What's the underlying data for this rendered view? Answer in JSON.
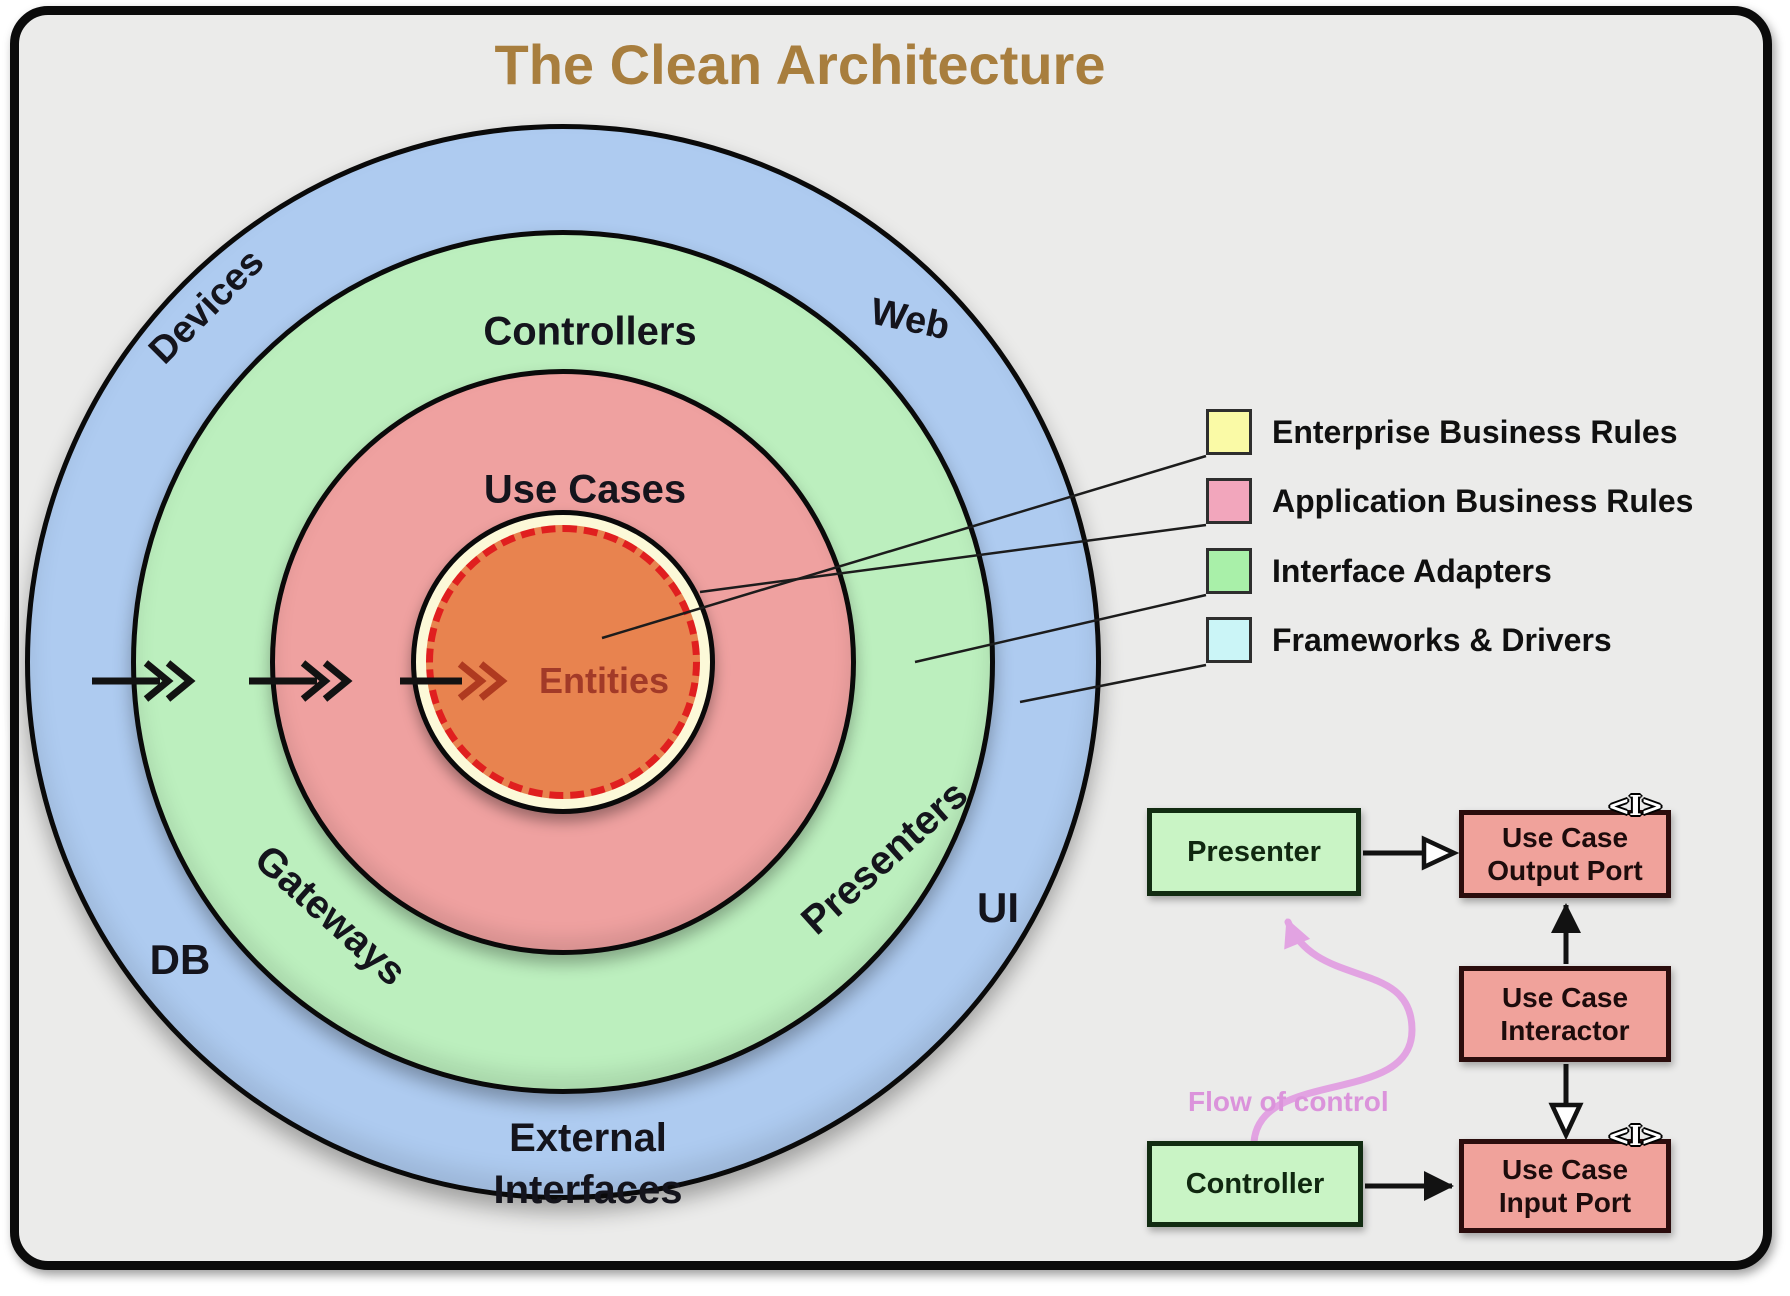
{
  "title": "The Clean Architecture",
  "diagram": {
    "labels": {
      "devices": "Devices",
      "web": "Web",
      "controllers": "Controllers",
      "use_cases": "Use Cases",
      "entities": "Entities",
      "gateways": "Gateways",
      "presenters": "Presenters",
      "db": "DB",
      "ui": "UI",
      "external_interfaces": {
        "line1": "External",
        "line2": "Interfaces"
      }
    }
  },
  "legend": {
    "items": [
      {
        "label": "Enterprise Business Rules",
        "color": "#FAFAA6"
      },
      {
        "label": "Application Business Rules",
        "color": "#F2A6BC"
      },
      {
        "label": "Interface Adapters",
        "color": "#A9F0A9"
      },
      {
        "label": "Frameworks & Drivers",
        "color": "#CBF5F7"
      }
    ]
  },
  "flow_diagram": {
    "presenter": "Presenter",
    "controller": "Controller",
    "use_case_output_port": {
      "line1": "Use Case",
      "line2": "Output Port"
    },
    "use_case_interactor": {
      "line1": "Use Case",
      "line2": "Interactor"
    },
    "use_case_input_port": {
      "line1": "Use Case",
      "line2": "Input Port"
    },
    "flow_of_control_label": "Flow of control",
    "interface_marker": "<I>"
  },
  "colors": {
    "background": "#EBEBEA",
    "title": "#A87E3E",
    "frameworks_ring": "#AECBF0",
    "adapters_ring": "#BCEFBE",
    "use_cases_ring": "#EFA1A0",
    "entities_halo": "#FCF9D8",
    "entities_fill": "#E8834F",
    "entities_border": "#E01F1F",
    "entities_text": "#A23A28",
    "flow_green_box": "#C9F4C5",
    "flow_red_box": "#F0A29B",
    "flow_of_control": "#DB93DB"
  }
}
